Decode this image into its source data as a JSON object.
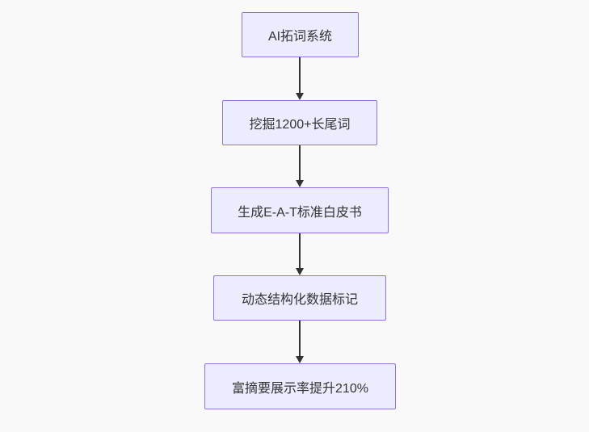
{
  "diagram": {
    "type": "flowchart",
    "direction": "top-down",
    "nodes": [
      {
        "id": "n1",
        "label": "AI拓词系统"
      },
      {
        "id": "n2",
        "label": "挖掘1200+长尾词"
      },
      {
        "id": "n3",
        "label": "生成E-A-T标准白皮书"
      },
      {
        "id": "n4",
        "label": "动态结构化数据标记"
      },
      {
        "id": "n5",
        "label": "富摘要展示率提升210%"
      }
    ],
    "edges": [
      {
        "from": "n1",
        "to": "n2"
      },
      {
        "from": "n2",
        "to": "n3"
      },
      {
        "from": "n3",
        "to": "n4"
      },
      {
        "from": "n4",
        "to": "n5"
      }
    ],
    "colors": {
      "background": "#f9f9f9",
      "node_fill": "#ECECFF",
      "node_border": "#9370DB",
      "node_text": "#333333",
      "arrow": "#333333"
    }
  }
}
